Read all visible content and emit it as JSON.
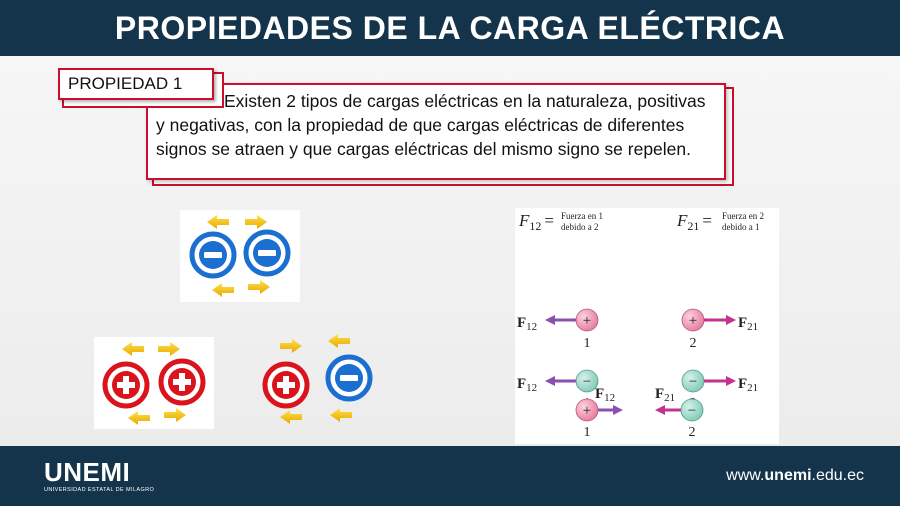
{
  "slide": {
    "title": "PROPIEDADES DE LA CARGA ELÉCTRICA"
  },
  "property": {
    "tag": "PROPIEDAD 1",
    "text": "Existen 2 tipos de cargas eléctricas en la naturaleza, positivas y negativas, con la propiedad de que cargas eléctricas de diferentes signos se atraen y que cargas eléctricas del mismo signo se repelen."
  },
  "diagram": {
    "f12_label": "F",
    "f12_sub": "12",
    "eq": "=",
    "f12_desc_1": "Fuerza en 1",
    "f12_desc_2": "debido a 2",
    "f21_label": "F",
    "f21_sub": "21",
    "f21_desc_1": "Fuerza en 2",
    "f21_desc_2": "debido a 1",
    "vec_f": "F",
    "sub12": "12",
    "sub21": "21",
    "n1": "1",
    "n2": "2",
    "plus": "+",
    "minus": "−"
  },
  "footer": {
    "logo": "UNEMI",
    "logo_sub": "UNIVERSIDAD ESTATAL DE MILAGRO",
    "site_pre": "www.",
    "site_bold": "unemi",
    "site_post": ".edu.ec"
  },
  "colors": {
    "header_bg": "#13344a",
    "accent_red": "#c8102e",
    "negative_blue": "#1a6fd1",
    "positive_red": "#d9141c",
    "arrow_yellow": "#f5c400",
    "force_magenta": "#c2338f",
    "force_violet": "#8a4fb0"
  }
}
